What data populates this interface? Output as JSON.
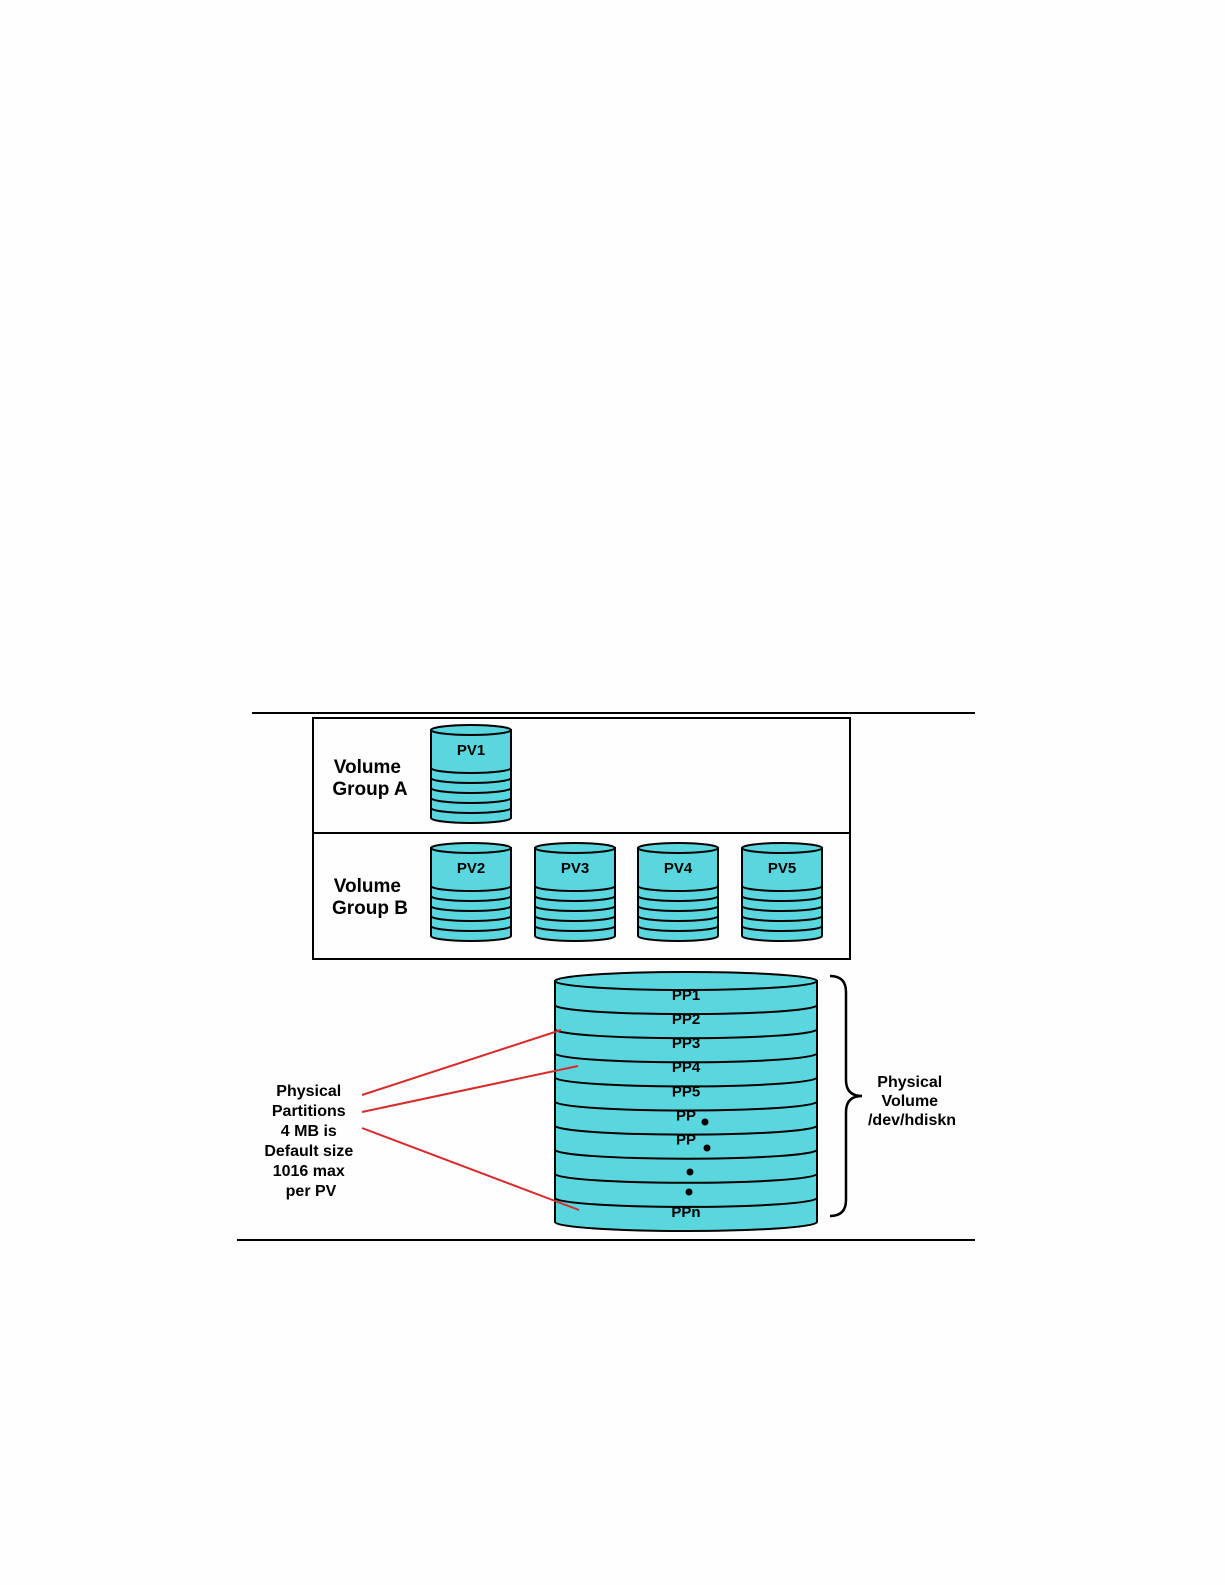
{
  "volume_groups": [
    {
      "line1": "Volume",
      "line2": "Group A",
      "disks": [
        "PV1"
      ]
    },
    {
      "line1": "Volume",
      "line2": "Group B",
      "disks": [
        "PV2",
        "PV3",
        "PV4",
        "PV5"
      ]
    }
  ],
  "physical_volume": {
    "partitions": [
      "PP1",
      "PP2",
      "PP3",
      "PP4",
      "PP5",
      "PP",
      "PP",
      "",
      "",
      "PPn"
    ],
    "label_lines": [
      "Physical",
      "Volume",
      "/dev/hdiskn"
    ]
  },
  "partition_note": {
    "lines": [
      "Physical",
      "Partitions",
      "4 MB is",
      "Default size",
      "1016 max",
      "per PV"
    ]
  },
  "colors": {
    "disk_fill": "#5ad6df",
    "outline": "#000000",
    "callout_line": "#d82a2a"
  }
}
